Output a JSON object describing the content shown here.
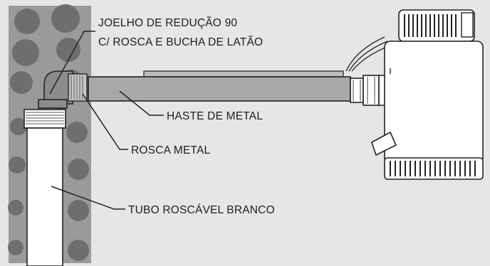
{
  "labels": {
    "elbow_line1": "JOELHO DE REDUÇÃO 90",
    "elbow_line2": "C/ ROSCA E BUCHA DE LATÃO",
    "metal_rod": "HASTE DE METAL",
    "metal_thread": "ROSCA METAL",
    "white_pipe": "TUBO ROSCÁVEL BRANCO"
  },
  "colors": {
    "background": "#e6e6e6",
    "wall": "#9a9a9a",
    "stones": "#6e6e6e",
    "rod": "#a8a8a8",
    "outline": "#222222",
    "pump_body": "#ffffff"
  }
}
